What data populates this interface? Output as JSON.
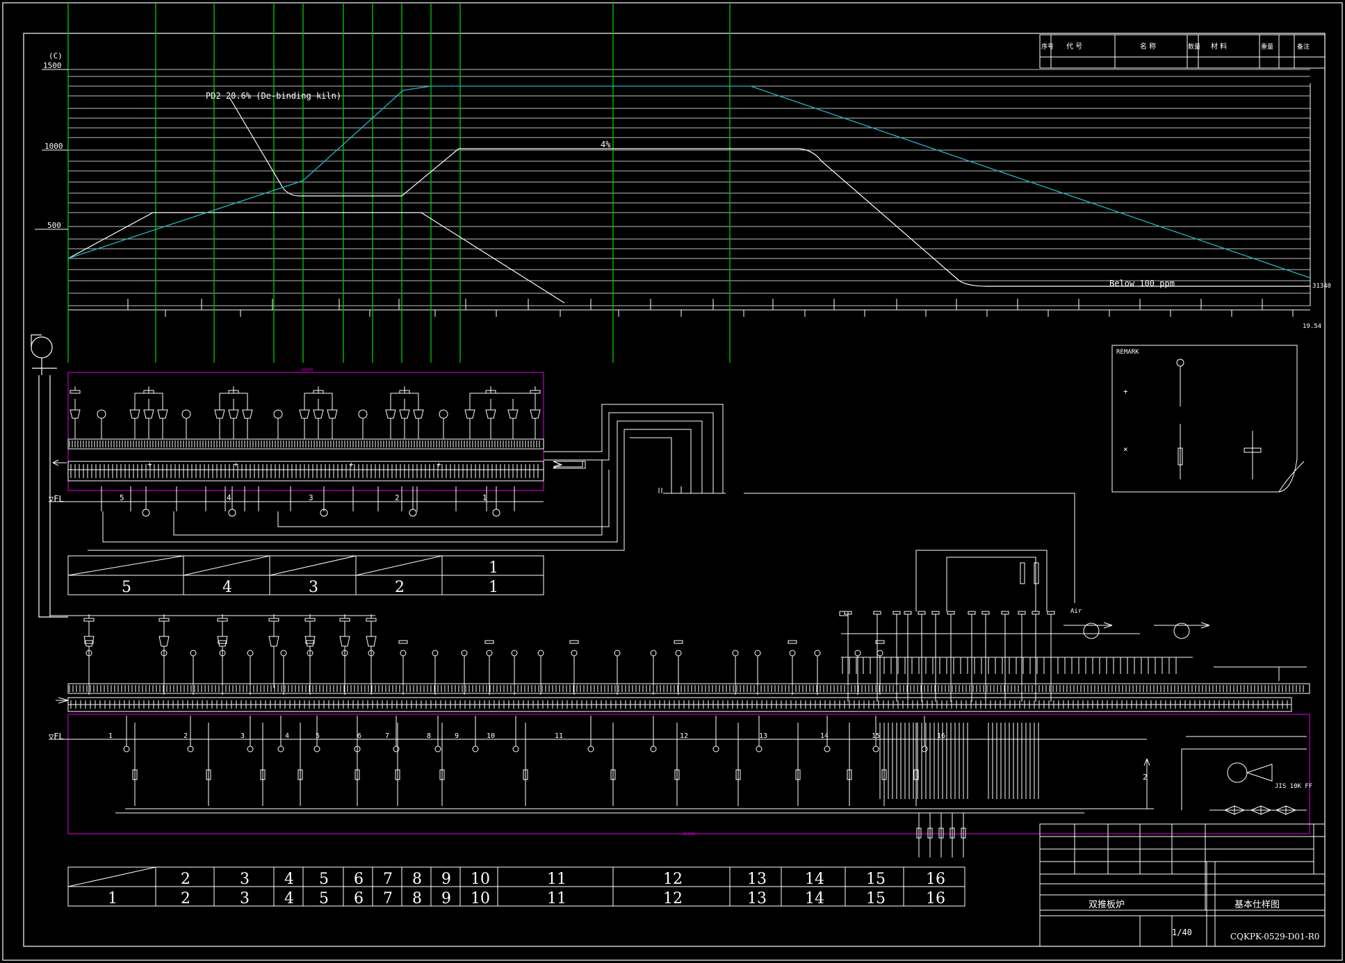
{
  "chart_labels": {
    "unit": "(C)",
    "y_ticks": [
      "1500",
      "1000",
      "500"
    ],
    "pd2_label": "PD2 20.6% (De-binding kiln)",
    "pct_label": "4%",
    "ppm_label": "Below 100 ppm",
    "right_value": "31340",
    "x_end_value": "19.54"
  },
  "remark": {
    "title": "REMARK"
  },
  "small_kiln": {
    "top_dim": "10980",
    "floor_label": "▽FL",
    "zones": [
      "5",
      "4",
      "3",
      "2",
      "1"
    ],
    "table_top": [
      "",
      "",
      "",
      "",
      "1"
    ],
    "table_bottom": [
      "5",
      "4",
      "3",
      "2",
      "1"
    ]
  },
  "main_kiln": {
    "bottom_dim": "35000",
    "floor_label": "▽FL",
    "zones": [
      "1",
      "2",
      "3",
      "4",
      "5",
      "6",
      "7",
      "8",
      "9",
      "10",
      "11",
      "12",
      "13",
      "14",
      "15",
      "16"
    ],
    "table_top": [
      "",
      "2",
      "3",
      "4",
      "5",
      "6",
      "7",
      "8",
      "9",
      "10",
      "11",
      "12",
      "13",
      "14",
      "15",
      "16"
    ],
    "table_bottom": [
      "1",
      "2",
      "3",
      "4",
      "5",
      "6",
      "7",
      "8",
      "9",
      "10",
      "11",
      "12",
      "13",
      "14",
      "15",
      "16"
    ],
    "air_label": "Air",
    "pipe_label": "JIS 10K FF",
    "riser_label": "2"
  },
  "title_block": {
    "header": [
      "序号",
      "代  号",
      "名  称",
      "数量",
      "材  料",
      "重量",
      "备注"
    ],
    "product_name": "双推板炉",
    "drawing_title": "基本仕样图",
    "scale": "1/40",
    "drawing_no": "CQKPK-0529-D01-R0"
  },
  "colors": {
    "line": "#ffffff",
    "grid_green": "#00c000",
    "curve_cyan": "#1fb8c8",
    "boundary_magenta": "#c000c0"
  }
}
